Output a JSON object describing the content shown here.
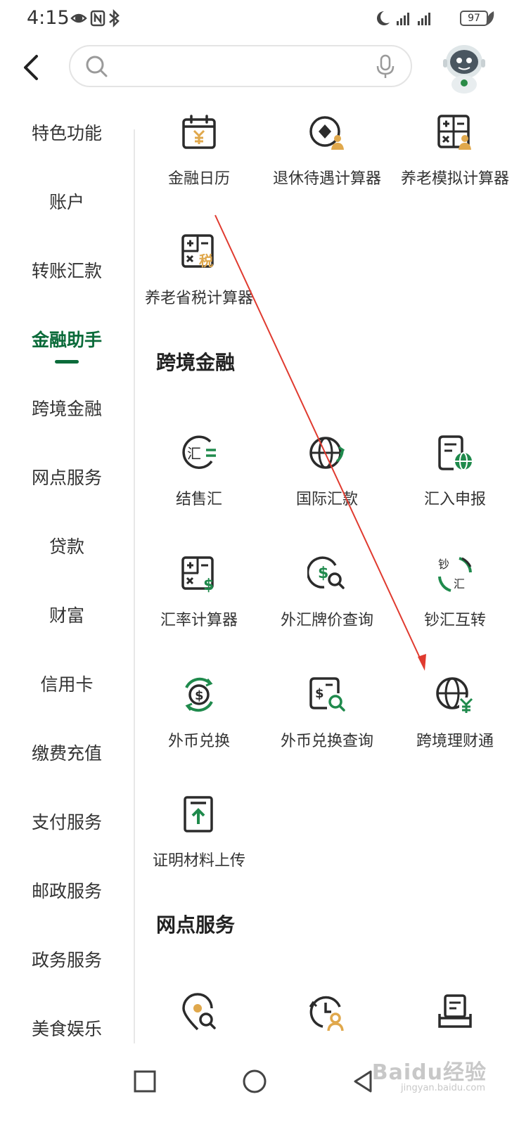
{
  "status_bar": {
    "time": "4:15",
    "battery": "97",
    "left_icons": [
      "eye-icon",
      "nfc-icon",
      "bluetooth-icon"
    ],
    "right_icons": [
      "moon-icon",
      "signal-4g-icon",
      "signal-4g-icon"
    ]
  },
  "search": {
    "placeholder": ""
  },
  "sidebar": {
    "items": [
      {
        "label": "特色功能"
      },
      {
        "label": "账户"
      },
      {
        "label": "转账汇款"
      },
      {
        "label": "金融助手",
        "active": true
      },
      {
        "label": "跨境金融"
      },
      {
        "label": "网点服务"
      },
      {
        "label": "贷款"
      },
      {
        "label": "财富"
      },
      {
        "label": "信用卡"
      },
      {
        "label": "缴费充值"
      },
      {
        "label": "支付服务"
      },
      {
        "label": "邮政服务"
      },
      {
        "label": "政务服务"
      },
      {
        "label": "美食娱乐"
      }
    ]
  },
  "finance_helper": {
    "tiles": [
      {
        "label": "金融日历",
        "icon": "calendar-yuan-icon"
      },
      {
        "label": "退休待遇计算器",
        "icon": "retirement-calc-icon"
      },
      {
        "label": "养老模拟计算器",
        "icon": "pension-sim-calc-icon"
      },
      {
        "label": "养老省税计算器",
        "icon": "tax-calc-icon",
        "tax_char": "税"
      }
    ]
  },
  "cross_border": {
    "title": "跨境金融",
    "tiles": [
      {
        "label": "结售汇",
        "icon": "exchange-settle-icon",
        "glyph": "汇"
      },
      {
        "label": "国际汇款",
        "icon": "globe-remit-icon"
      },
      {
        "label": "汇入申报",
        "icon": "inbound-report-icon"
      },
      {
        "label": "汇率计算器",
        "icon": "rate-calc-icon"
      },
      {
        "label": "外汇牌价查询",
        "icon": "fx-price-search-icon"
      },
      {
        "label": "钞汇互转",
        "icon": "cash-fx-swap-icon",
        "glyph_top": "钞",
        "glyph_bottom": "汇"
      },
      {
        "label": "外币兑换",
        "icon": "currency-exchange-icon"
      },
      {
        "label": "外币兑换查询",
        "icon": "exchange-query-icon"
      },
      {
        "label": "跨境理财通",
        "icon": "globe-yuan-icon"
      },
      {
        "label": "证明材料上传",
        "icon": "upload-doc-icon"
      }
    ]
  },
  "outlet_service": {
    "title": "网点服务",
    "tiles": [
      {
        "icon": "location-search-icon"
      },
      {
        "icon": "appointment-person-icon"
      },
      {
        "icon": "queue-ticket-icon"
      }
    ]
  },
  "watermark": {
    "text": "Baidu经验",
    "sub": "jingyan.baidu.com"
  },
  "colors": {
    "accent": "#0b6b3a",
    "icon_dark": "#2b2b2b",
    "icon_gold": "#e0a84c",
    "icon_green": "#1f8a4c",
    "arrow": "#e03a2f"
  }
}
